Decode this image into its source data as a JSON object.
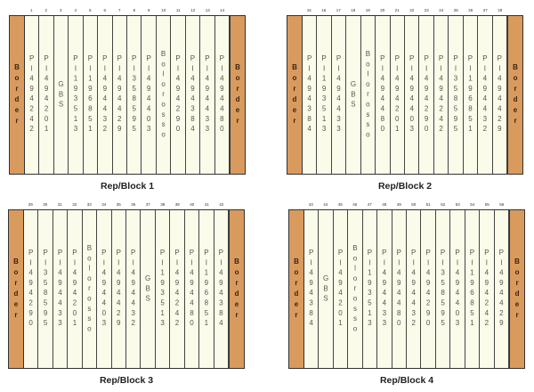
{
  "border_label": "Border",
  "colors": {
    "border": "#d99a5e",
    "plot": "#fbfbea"
  },
  "blocks": [
    {
      "title": "Rep/Block 1",
      "plots": [
        {
          "number": "1",
          "label": "PI494242"
        },
        {
          "number": "2",
          "label": "PI494201"
        },
        {
          "number": "3",
          "label": "GBS"
        },
        {
          "number": "4",
          "label": "PI193513"
        },
        {
          "number": "5",
          "label": "PI196851"
        },
        {
          "number": "6",
          "label": "PI494432"
        },
        {
          "number": "7",
          "label": "PI494429"
        },
        {
          "number": "8",
          "label": "PI358595"
        },
        {
          "number": "9",
          "label": "PI494403"
        },
        {
          "number": "10",
          "label": "Bolorosso"
        },
        {
          "number": "11",
          "label": "PI494290"
        },
        {
          "number": "12",
          "label": "PI494384"
        },
        {
          "number": "13",
          "label": "PI494433"
        },
        {
          "number": "14",
          "label": "PI494480"
        }
      ]
    },
    {
      "title": "Rep/Block 2",
      "plots": [
        {
          "number": "15",
          "label": "PI494384"
        },
        {
          "number": "16",
          "label": "PI193513"
        },
        {
          "number": "17",
          "label": "PI494433"
        },
        {
          "number": "18",
          "label": "GBS"
        },
        {
          "number": "19",
          "label": "Bolorosso"
        },
        {
          "number": "20",
          "label": "PI494480"
        },
        {
          "number": "21",
          "label": "PI494201"
        },
        {
          "number": "22",
          "label": "PI494403"
        },
        {
          "number": "23",
          "label": "PI494290"
        },
        {
          "number": "24",
          "label": "PI494242"
        },
        {
          "number": "25",
          "label": "PI358595"
        },
        {
          "number": "26",
          "label": "PI196851"
        },
        {
          "number": "27",
          "label": "PI494432"
        },
        {
          "number": "28",
          "label": "PI494429"
        }
      ]
    },
    {
      "title": "Rep/Block 3",
      "plots": [
        {
          "number": "29",
          "label": "PI494290"
        },
        {
          "number": "30",
          "label": "PI358595"
        },
        {
          "number": "31",
          "label": "PI494433"
        },
        {
          "number": "32",
          "label": "PI494201"
        },
        {
          "number": "33",
          "label": "Bolorosso"
        },
        {
          "number": "34",
          "label": "PI494403"
        },
        {
          "number": "35",
          "label": "PI494429"
        },
        {
          "number": "36",
          "label": "PI494432"
        },
        {
          "number": "37",
          "label": "GBS"
        },
        {
          "number": "38",
          "label": "PI193513"
        },
        {
          "number": "39",
          "label": "PI494242"
        },
        {
          "number": "40",
          "label": "PI494480"
        },
        {
          "number": "41",
          "label": "PI196851"
        },
        {
          "number": "42",
          "label": "PI494384"
        }
      ]
    },
    {
      "title": "Rep/Block 4",
      "plots": [
        {
          "number": "43",
          "label": "PI494384"
        },
        {
          "number": "44",
          "label": "GBS"
        },
        {
          "number": "45",
          "label": "PI494201"
        },
        {
          "number": "46",
          "label": "Bolorosso"
        },
        {
          "number": "47",
          "label": "PI193513"
        },
        {
          "number": "48",
          "label": "PI494433"
        },
        {
          "number": "49",
          "label": "PI494480"
        },
        {
          "number": "50",
          "label": "PI494432"
        },
        {
          "number": "51",
          "label": "PI494290"
        },
        {
          "number": "52",
          "label": "PI358595"
        },
        {
          "number": "53",
          "label": "PI494403"
        },
        {
          "number": "54",
          "label": "PI196851"
        },
        {
          "number": "55",
          "label": "PI494242"
        },
        {
          "number": "56",
          "label": "PI494429"
        }
      ]
    }
  ]
}
